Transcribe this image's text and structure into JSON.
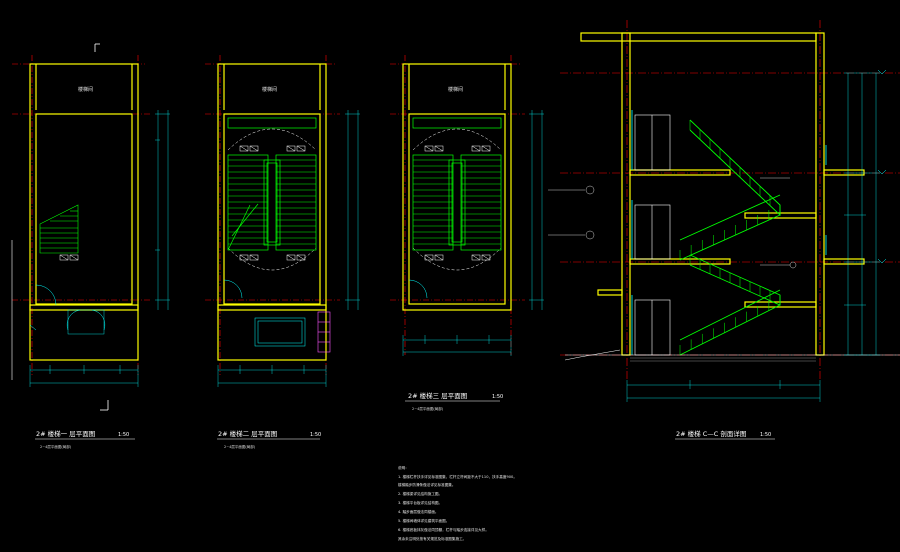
{
  "colors": {
    "background": "#000000",
    "wall": "#ffff00",
    "stair": "#00ff00",
    "axis": "#ff0000",
    "dimension": "#00ffff",
    "text": "#ffffff",
    "pink": "#ff55ff"
  },
  "plans": [
    {
      "title": "2# 楼梯一 层平面图",
      "scale": "1:50",
      "subtitle": "2~4层平面图(局部)"
    },
    {
      "title": "2# 楼梯二 层平面图",
      "scale": "1:50",
      "subtitle": "2~4层平面图(局部)"
    },
    {
      "title": "2# 楼梯三 层平面图",
      "scale": "1:50",
      "subtitle": "2~4层平面图(局部)"
    }
  ],
  "section": {
    "title": "2# 楼梯 C—C 剖面详图",
    "scale": "1:50"
  },
  "notes": {
    "heading": "说明：",
    "lines": [
      "1. 楼梯栏杆扶手详见标准图集，栏杆立杆间距不大于110，扶手高度900。",
      "   楼梯踏步防滑条做法详见标准图集。",
      "2. 楼梯梁详见结构施工图。",
      "3. 楼梯平台板详见结构图。",
      "4. 踏步面层做法同楼面。",
      "5. 楼梯间墙体详见建筑平面图。",
      "6. 楼梯底板抹灰做法同顶棚，栏杆与踏步连接详见大样。",
      "   其余未注明处按有关规范及标准图集施工。"
    ]
  }
}
